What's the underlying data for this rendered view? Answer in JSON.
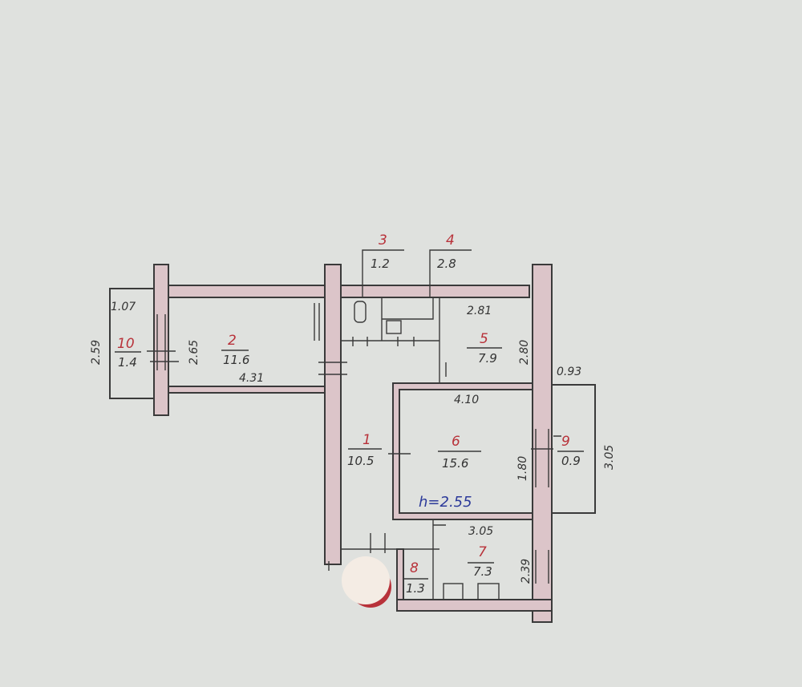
{
  "rooms": [
    {
      "number": "1",
      "area": "10.5"
    },
    {
      "number": "2",
      "area": "11.6"
    },
    {
      "number": "3",
      "area": "1.2"
    },
    {
      "number": "4",
      "area": "2.8"
    },
    {
      "number": "5",
      "area": "7.9"
    },
    {
      "number": "6",
      "area": "15.6"
    },
    {
      "number": "7",
      "area": "7.3"
    },
    {
      "number": "8",
      "area": "1.3"
    },
    {
      "number": "9",
      "area": "0.9"
    },
    {
      "number": "10",
      "area": "1.4"
    }
  ],
  "dimensions": {
    "d_2_59": "2.59",
    "d_1_07": "1.07",
    "d_2_65": "2.65",
    "d_4_31": "4.31",
    "d_2_81": "2.81",
    "d_2_80": "2.80",
    "d_0_93": "0.93",
    "d_4_10": "4.10",
    "d_3_05_right": "3.05",
    "d_1_80": "1.80",
    "d_3_05_bottom": "3.05",
    "d_2_39": "2.39"
  },
  "ceiling_height": "h=2.55"
}
